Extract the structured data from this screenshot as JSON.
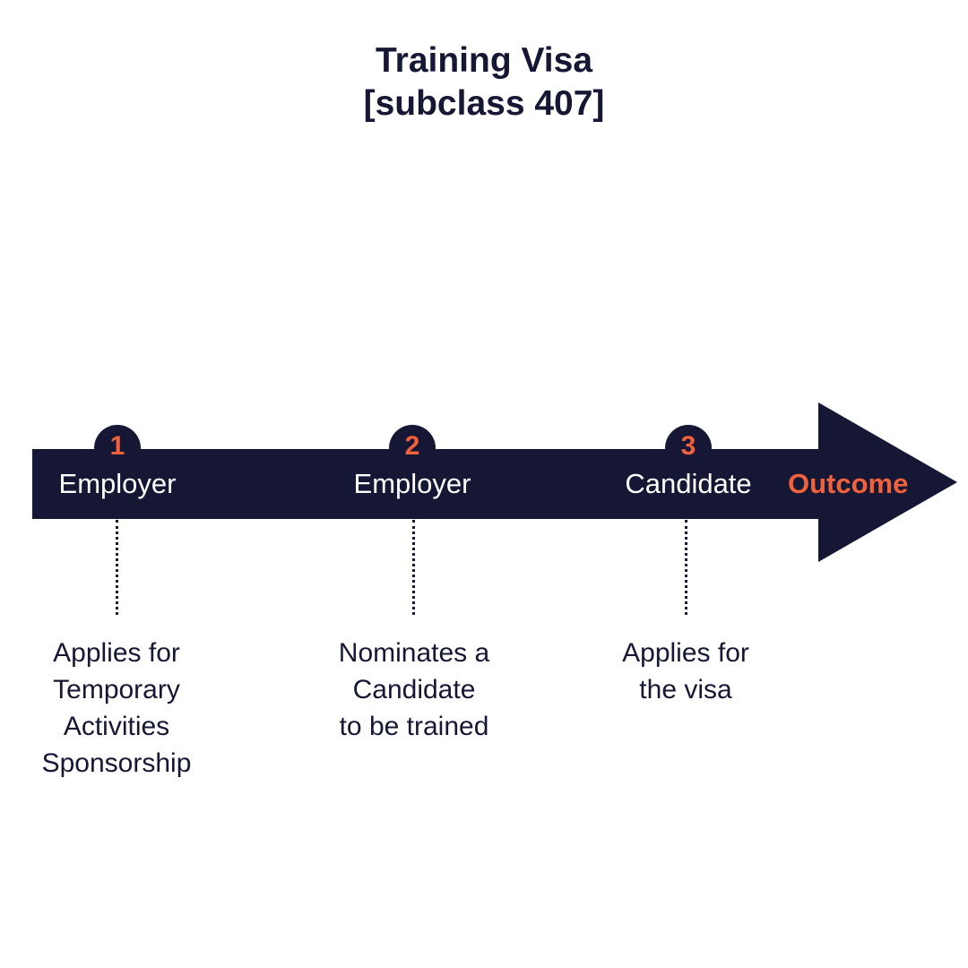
{
  "title": {
    "line1": "Training Visa",
    "line2": "[subclass 407]"
  },
  "colors": {
    "navy": "#161735",
    "accent": "#f0623c",
    "background": "#ffffff"
  },
  "steps": [
    {
      "number": "1",
      "actor": "Employer",
      "description": [
        "Applies for",
        "Temporary",
        "Activities",
        "Sponsorship"
      ]
    },
    {
      "number": "2",
      "actor": "Employer",
      "description": [
        "Nominates a",
        "Candidate",
        "to be trained"
      ]
    },
    {
      "number": "3",
      "actor": "Candidate",
      "description": [
        "Applies for",
        "the visa"
      ]
    }
  ],
  "outcome": "Outcome"
}
